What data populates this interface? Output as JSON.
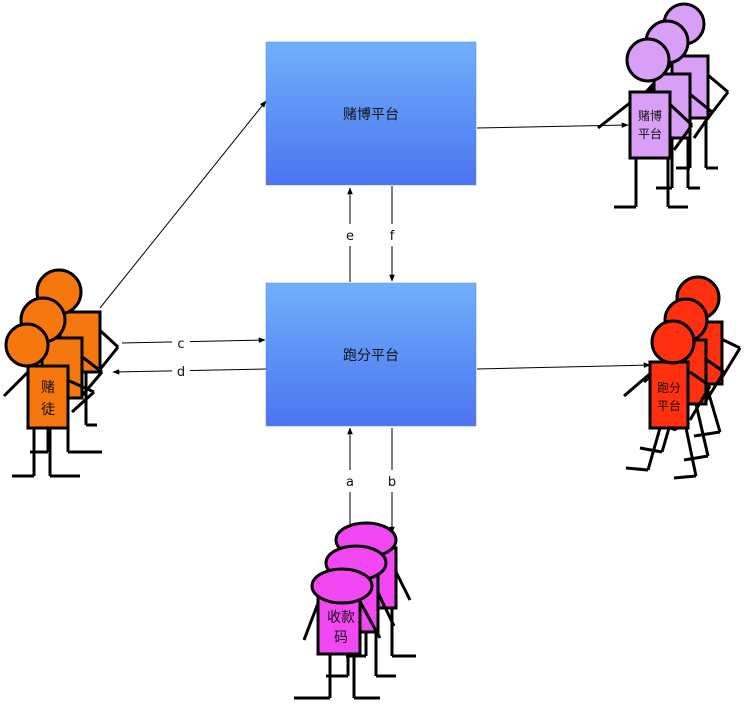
{
  "boxes": {
    "gambling_platform": {
      "label": "赌博平台"
    },
    "score_platform": {
      "label": "跑分平台"
    }
  },
  "edges": {
    "a": "a",
    "b": "b",
    "c": "c",
    "d": "d",
    "e": "e",
    "f": "f"
  },
  "people": {
    "gambler": {
      "line1": "赌",
      "line2": "徒",
      "color": "#f7770f"
    },
    "gambling_staff": {
      "line1": "赌博",
      "line2": "平台",
      "color": "#d99ff7"
    },
    "score_staff": {
      "line1": "跑分",
      "line2": "平台",
      "color": "#ff3010"
    },
    "collector": {
      "line1": "收款",
      "line2": "码",
      "color": "#f247f2"
    }
  },
  "colors": {
    "box_top": "#6fb0fb",
    "box_bottom": "#4c74f0",
    "stroke": "#000000"
  }
}
